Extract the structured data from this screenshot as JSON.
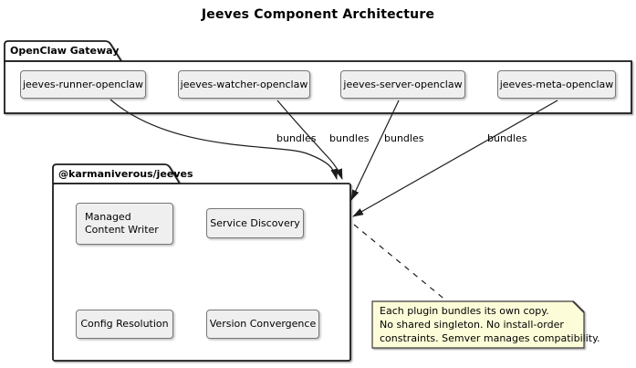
{
  "title": "Jeeves Component Architecture",
  "gateway": {
    "label": "OpenClaw Gateway",
    "components": [
      {
        "label": "jeeves-runner-openclaw"
      },
      {
        "label": "jeeves-watcher-openclaw"
      },
      {
        "label": "jeeves-server-openclaw"
      },
      {
        "label": "jeeves-meta-openclaw"
      }
    ]
  },
  "jeeves": {
    "label": "@karmaniverous/jeeves",
    "components": [
      {
        "label": "Managed Content Writer"
      },
      {
        "label": "Service Discovery"
      },
      {
        "label": "Config Resolution"
      },
      {
        "label": "Version Convergence"
      }
    ]
  },
  "edges": [
    {
      "from": "jeeves-runner-openclaw",
      "to": "@karmaniverous/jeeves",
      "label": "bundles"
    },
    {
      "from": "jeeves-watcher-openclaw",
      "to": "@karmaniverous/jeeves",
      "label": "bundles"
    },
    {
      "from": "jeeves-server-openclaw",
      "to": "@karmaniverous/jeeves",
      "label": "bundles"
    },
    {
      "from": "jeeves-meta-openclaw",
      "to": "@karmaniverous/jeeves",
      "label": "bundles"
    }
  ],
  "note": {
    "lines": [
      "Each plugin bundles its own copy.",
      "No shared singleton. No install-order",
      "constraints. Semver manages compatibility."
    ]
  },
  "colors": {
    "background": "#FFFFFF",
    "component_fill": "#EFEFEF",
    "component_border": "#777777",
    "package_fill": "#FFFFFF",
    "package_border": "#1C1C1C",
    "note_fill": "#FCFCD8",
    "note_border": "#3C3C3C",
    "line": "#1C1C1C",
    "text": "#000000"
  }
}
